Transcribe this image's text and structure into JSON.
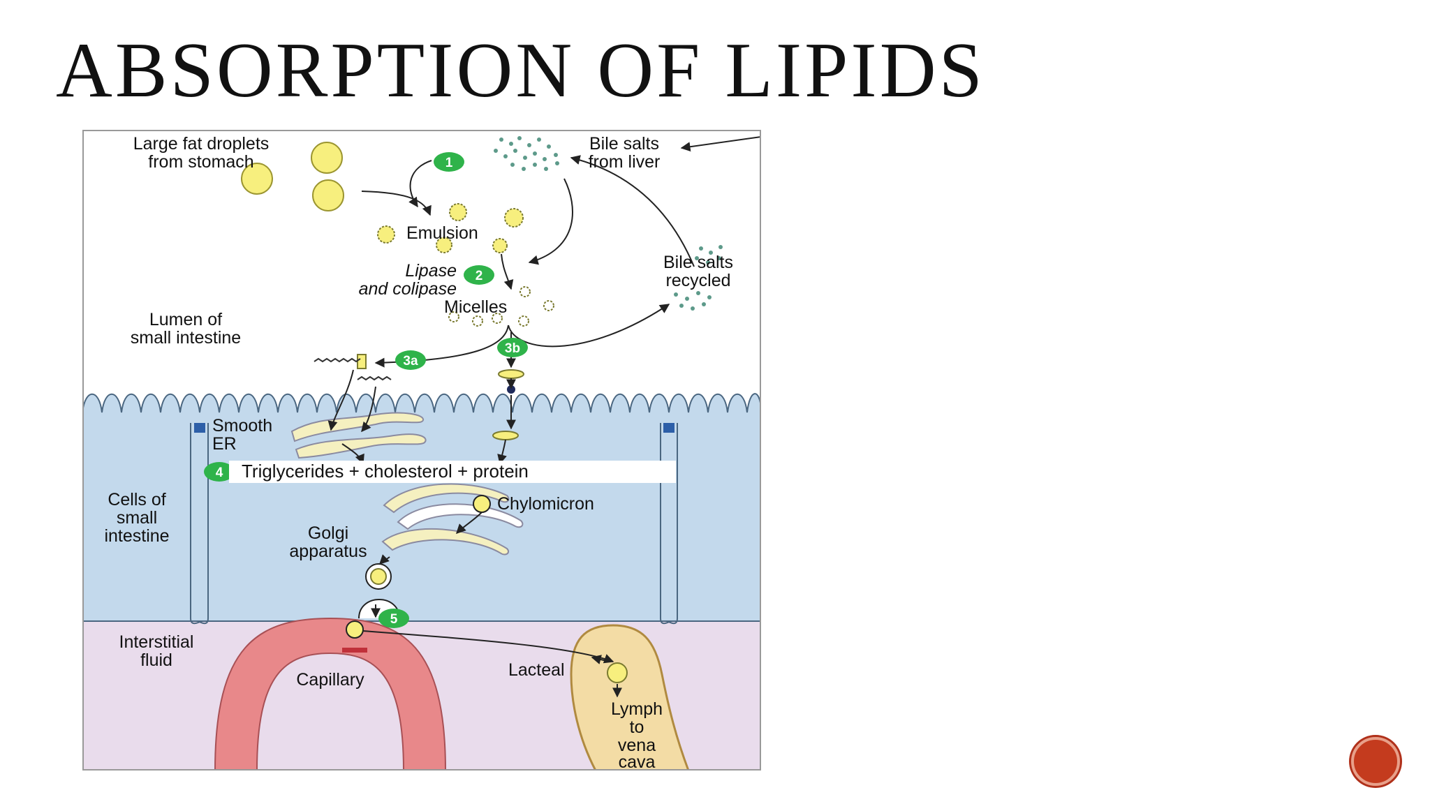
{
  "slide": {
    "title": "ABSORPTION OF LIPIDS"
  },
  "diagram": {
    "labels": {
      "fat_droplets_1": "Large fat droplets",
      "fat_droplets_2": "from stomach",
      "bile_salts_1": "Bile salts",
      "bile_salts_2": "from liver",
      "emulsion": "Emulsion",
      "lipase_1": "Lipase",
      "lipase_2": "and colipase",
      "micelles": "Micelles",
      "bile_recycled_1": "Bile salts",
      "bile_recycled_2": "recycled",
      "lumen_1": "Lumen of",
      "lumen_2": "small intestine",
      "smooth_er_1": "Smooth",
      "smooth_er_2": "ER",
      "combination": "Triglycerides + cholesterol + protein",
      "chylomicron": "Chylomicron",
      "cells_1": "Cells of",
      "cells_2": "small",
      "cells_3": "intestine",
      "golgi_1": "Golgi",
      "golgi_2": "apparatus",
      "interstitial_1": "Interstitial",
      "interstitial_2": "fluid",
      "capillary": "Capillary",
      "lacteal": "Lacteal",
      "lymph_1": "Lymph",
      "lymph_2": "to",
      "lymph_3": "vena",
      "lymph_4": "cava"
    },
    "steps": [
      "1",
      "2",
      "3a",
      "3b",
      "4",
      "5"
    ],
    "colors": {
      "lumen": "#ffffff",
      "cell": "#c3d9ec",
      "interstitial": "#e9dcec",
      "capillary": "#e8888a",
      "lacteal": "#f3dca5",
      "fat": "#f7ef7e",
      "step_badge": "#2fb34a",
      "bile_dots": "#5d9a8a"
    }
  }
}
